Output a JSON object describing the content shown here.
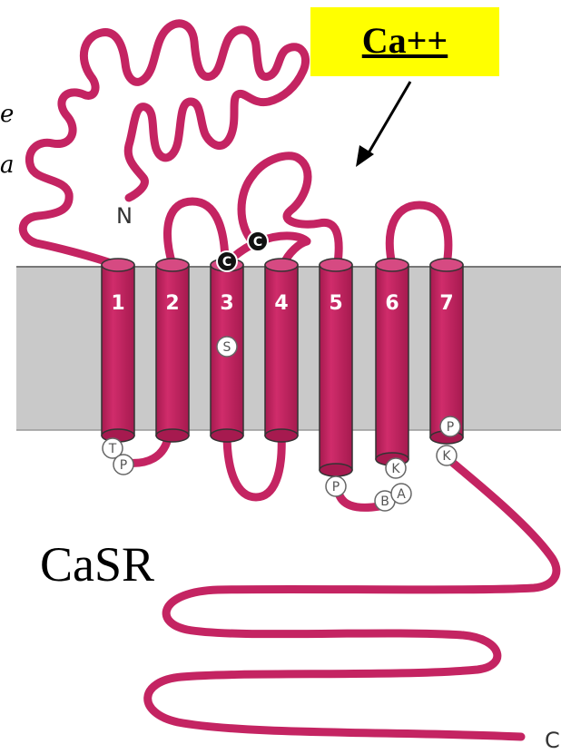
{
  "callout": {
    "label": "Ca++",
    "color": "#ffff00"
  },
  "receptor_name": "CaSR",
  "terminals": {
    "n": "N",
    "c": "C"
  },
  "italic_fragments": [
    "e",
    "a"
  ],
  "helices": [
    "1",
    "2",
    "3",
    "4",
    "5",
    "6",
    "7"
  ],
  "cysteines": [
    "C",
    "C"
  ],
  "site_badges": {
    "s": "S",
    "t": "T",
    "p1": "P",
    "p2": "P",
    "b": "B",
    "a": "A",
    "k1": "K",
    "p3": "P",
    "k2": "K"
  },
  "colors": {
    "protein": "#c42462",
    "membrane": "#c9c9c9",
    "highlight": "#ffff00"
  }
}
